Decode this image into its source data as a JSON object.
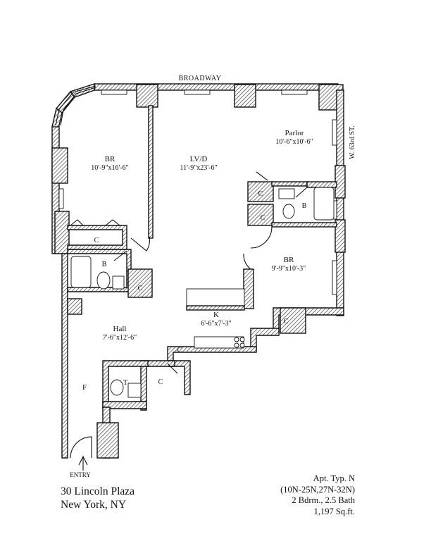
{
  "streets": {
    "north": "BROADWAY",
    "east": "W. 63rd ST."
  },
  "rooms": {
    "bedroom1": {
      "name": "BR",
      "dims": "10'-9\"x16'-6\""
    },
    "living_dining": {
      "name": "LV/D",
      "dims": "11'-9\"x23'-6\""
    },
    "parlor": {
      "name": "Parlor",
      "dims": "10'-6\"x10'-6\""
    },
    "bedroom2": {
      "name": "BR",
      "dims": "9'-9\"x10'-3\""
    },
    "kitchen": {
      "name": "K",
      "dims": "6'-6\"x7'-3\""
    },
    "hall": {
      "name": "Hall",
      "dims": "7'-6\"x12'-6\""
    },
    "foyer": {
      "name": "F"
    }
  },
  "labels": {
    "closet": "C",
    "bath": "B",
    "toilet": "T",
    "entry": "ENTRY"
  },
  "address": {
    "line1": "30 Lincoln Plaza",
    "line2": "New York, NY"
  },
  "apartment": {
    "type": "Apt. Typ. N",
    "floors": "(10N-25N,27N-32N)",
    "rooms_summary": "2 Bdrm., 2.5 Bath",
    "area": "1,197 Sq.ft."
  }
}
